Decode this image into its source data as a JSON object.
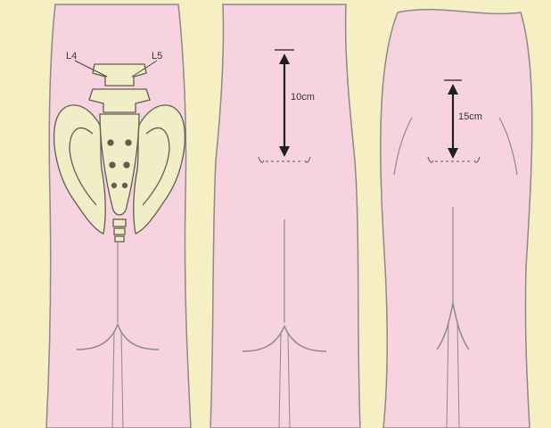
{
  "colors": {
    "background": "#f7efc4",
    "skin": "#f6d3de",
    "outline": "#8a8a8a",
    "bone": "#f1edc6",
    "bone_outline": "#5e5e52",
    "arrow": "#1f1f1f"
  },
  "panels": [
    {
      "id": "panel-1",
      "labels": {
        "left": "L4",
        "right": "L5"
      }
    },
    {
      "id": "panel-2",
      "measurement": "10cm"
    },
    {
      "id": "panel-3",
      "measurement": "15cm"
    }
  ]
}
